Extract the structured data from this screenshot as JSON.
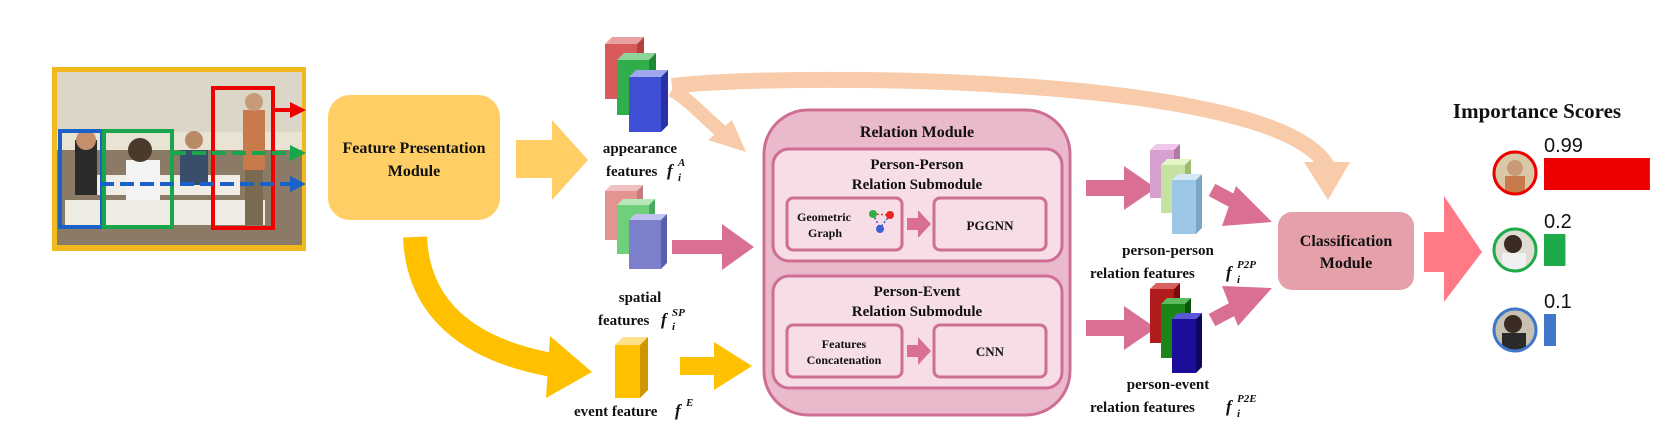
{
  "diagram": {
    "feature_presentation": {
      "line1": "Feature Presentation",
      "line2": "Module"
    },
    "appearance": {
      "line1": "appearance",
      "line2": "features",
      "sym": "f",
      "sup": "A",
      "sub": "i"
    },
    "spatial": {
      "line1": "spatial",
      "line2": "features",
      "sym": "f",
      "sup": "SP",
      "sub": "i"
    },
    "event": {
      "line1": "event feature",
      "sym": "f",
      "sup": "E"
    },
    "relation_module": {
      "title": "Relation Module",
      "pp": {
        "title1": "Person-Person",
        "title2": "Relation Submodule",
        "graph1": "Geometric",
        "graph2": "Graph",
        "net": "PGGNN"
      },
      "pe": {
        "title1": "Person-Event",
        "title2": "Relation Submodule",
        "concat1": "Features",
        "concat2": "Concatenation",
        "net": "CNN"
      }
    },
    "pp_features": {
      "line1": "person-person",
      "line2": "relation features",
      "sym": "f",
      "sup": "P2P",
      "sub": "i"
    },
    "pe_features": {
      "line1": "person-event",
      "line2": "relation features",
      "sym": "f",
      "sup": "P2E",
      "sub": "i"
    },
    "classification": {
      "line1": "Classification",
      "line2": "Module"
    },
    "importance": {
      "title": "Importance Scores",
      "scores": [
        {
          "label": "0.99",
          "value": 0.99,
          "color": "#ee0000"
        },
        {
          "label": "0.2",
          "value": 0.2,
          "color": "#1faa4a"
        },
        {
          "label": "0.1",
          "value": 0.1,
          "color": "#3f78c8"
        }
      ]
    }
  },
  "colors": {
    "yellow_box": "#ffcf66",
    "yellow_arrow": "#ffc000",
    "light_arrow": "#f8ccaa",
    "pink_arrow": "#d97094",
    "relation_fill": "#eab9cc",
    "relation_stroke": "#cf6e93",
    "classification_fill": "#e6a0aa",
    "red_arrow": "#ff7a86"
  }
}
